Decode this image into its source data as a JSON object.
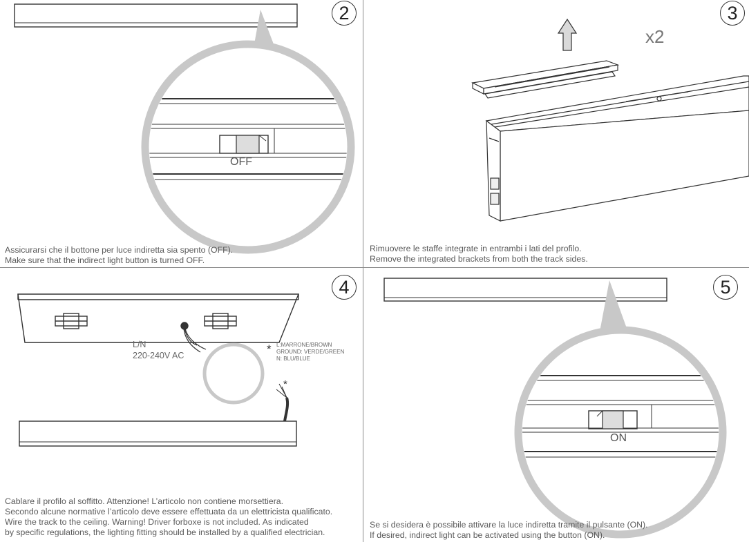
{
  "steps": {
    "s2": {
      "number": "2",
      "switch_label": "OFF",
      "caption_lines": [
        "Assicurarsi che il bottone per luce indiretta sia spento (OFF).",
        "Make sure that the indirect light button is turned OFF."
      ]
    },
    "s3": {
      "number": "3",
      "multiplier": "x2",
      "caption_lines": [
        "Rimuovere le staffe integrate in entrambi i lati del profilo.",
        "Remove the integrated brackets from both the track sides."
      ]
    },
    "s4": {
      "number": "4",
      "voltage_line1": "L/N",
      "voltage_line2": "220-240V AC",
      "asterisk": "*",
      "wire_legend": [
        "L:MARRONE/BROWN",
        "GROUND: VERDE/GREEN",
        "N: BLU/BLUE"
      ],
      "caption_lines": [
        "Cablare il profilo al soffitto. Attenzione! L’articolo non contiene morsettiera.",
        "Secondo alcune normative l’articolo deve essere effettuata da un elettricista qualificato.",
        "Wire the track to the ceiling. Warning! Driver forboxe is not included. As indicated",
        "by specific regulations, the lighting fitting should be installed by a qualified electrician."
      ]
    },
    "s5": {
      "number": "5",
      "switch_label": "ON",
      "caption_lines": [
        "Se si desidera è possibile attivare la luce indiretta tramite il pulsante (ON).",
        "If desired, indirect light can be activated using the button (ON)."
      ]
    }
  },
  "colors": {
    "line": "#333333",
    "magnifier": "#c8c8c8",
    "arrow_fill": "#d9d9d9",
    "text": "#5a5a5a"
  }
}
